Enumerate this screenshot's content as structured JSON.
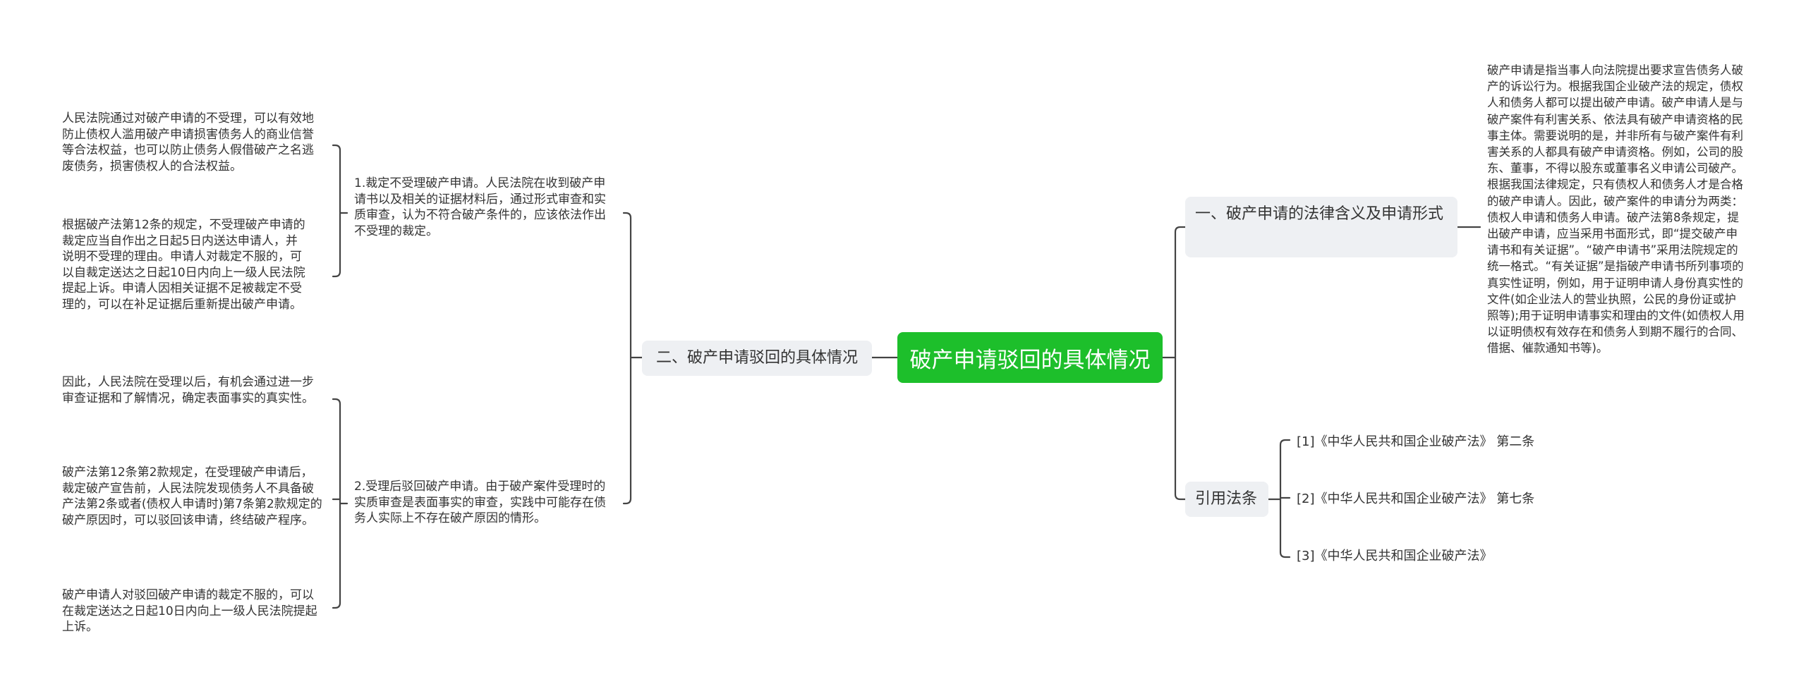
{
  "mindmap": {
    "root": "破产申请驳回的具体情况",
    "branches": {
      "legal_meaning": {
        "label": "一、破产申请的法律含义及申请形式",
        "text": "破产申请是指当事人向法院提出要求宣告债务人破产的诉讼行为。根据我国企业破产法的规定，债权人和债务人都可以提出破产申请。破产申请人是与破产案件有利害关系、依法具有破产申请资格的民事主体。需要说明的是，并非所有与破产案件有利害关系的人都具有破产申请资格。例如，公司的股东、董事，不得以股东或董事名义申请公司破产。根据我国法律规定，只有债权人和债务人才是合格的破产申请人。因此，破产案件的申请分为两类：债权人申请和债务人申请。破产法第8条规定，提出破产申请，应当采用书面形式，即“提交破产申请书和有关证据”。“破产申请书”采用法院规定的统一格式。“有关证据”是指破产申请书所列事项的真实性证明，例如，用于证明申请人身份真实性的文件(如企业法人的营业执照，公民的身份证或护照等);用于证明申请事实和理由的文件(如债权人用以证明债权有效存在和债务人到期不履行的合同、借据、催款通知书等)。"
      },
      "details": {
        "label": "二、破产申请驳回的具体情况",
        "children": [
          {
            "label": "1.裁定不受理破产申请。人民法院在收到破产申请书以及相关的证据材料后，通过形式审查和实质审查，认为不符合破产条件的，应该依法作出不受理的裁定。",
            "children": [
              "人民法院通过对破产申请的不受理，可以有效地防止债权人滥用破产申请损害债务人的商业信誉等合法权益，也可以防止债务人假借破产之名逃废债务，损害债权人的合法权益。",
              "根据破产法第12条的规定，不受理破产申请的裁定应当自作出之日起5日内送达申请人，并说明不受理的理由。申请人对裁定不服的，可以自裁定送达之日起10日内向上一级人民法院提起上诉。申请人因相关证据不足被裁定不受理的，可以在补足证据后重新提出破产申请。"
            ]
          },
          {
            "label": "2.受理后驳回破产申请。由于破产案件受理时的实质审查是表面事实的审查，实践中可能存在债务人实际上不存在破产原因的情形。",
            "children": [
              "因此，人民法院在受理以后，有机会通过进一步审查证据和了解情况，确定表面事实的真实性。",
              "破产法第12条第2款规定，在受理破产申请后，裁定破产宣告前，人民法院发现债务人不具备破产法第2条或者(债权人申请时)第7条第2款规定的破产原因时，可以驳回该申请，终结破产程序。",
              "破产申请人对驳回破产申请的裁定不服的，可以在裁定送达之日起10日内向上一级人民法院提起上诉。"
            ]
          }
        ]
      },
      "citations": {
        "label": "引用法条",
        "items": [
          "[1]《中华人民共和国企业破产法》 第二条",
          "[2]《中华人民共和国企业破产法》 第七条",
          "[3]《中华人民共和国企业破产法》"
        ]
      }
    },
    "colors": {
      "root_fill": "#1dbf2b",
      "branch_fill": "#eef0f3",
      "connector": "#444444",
      "text": "#333333"
    }
  }
}
